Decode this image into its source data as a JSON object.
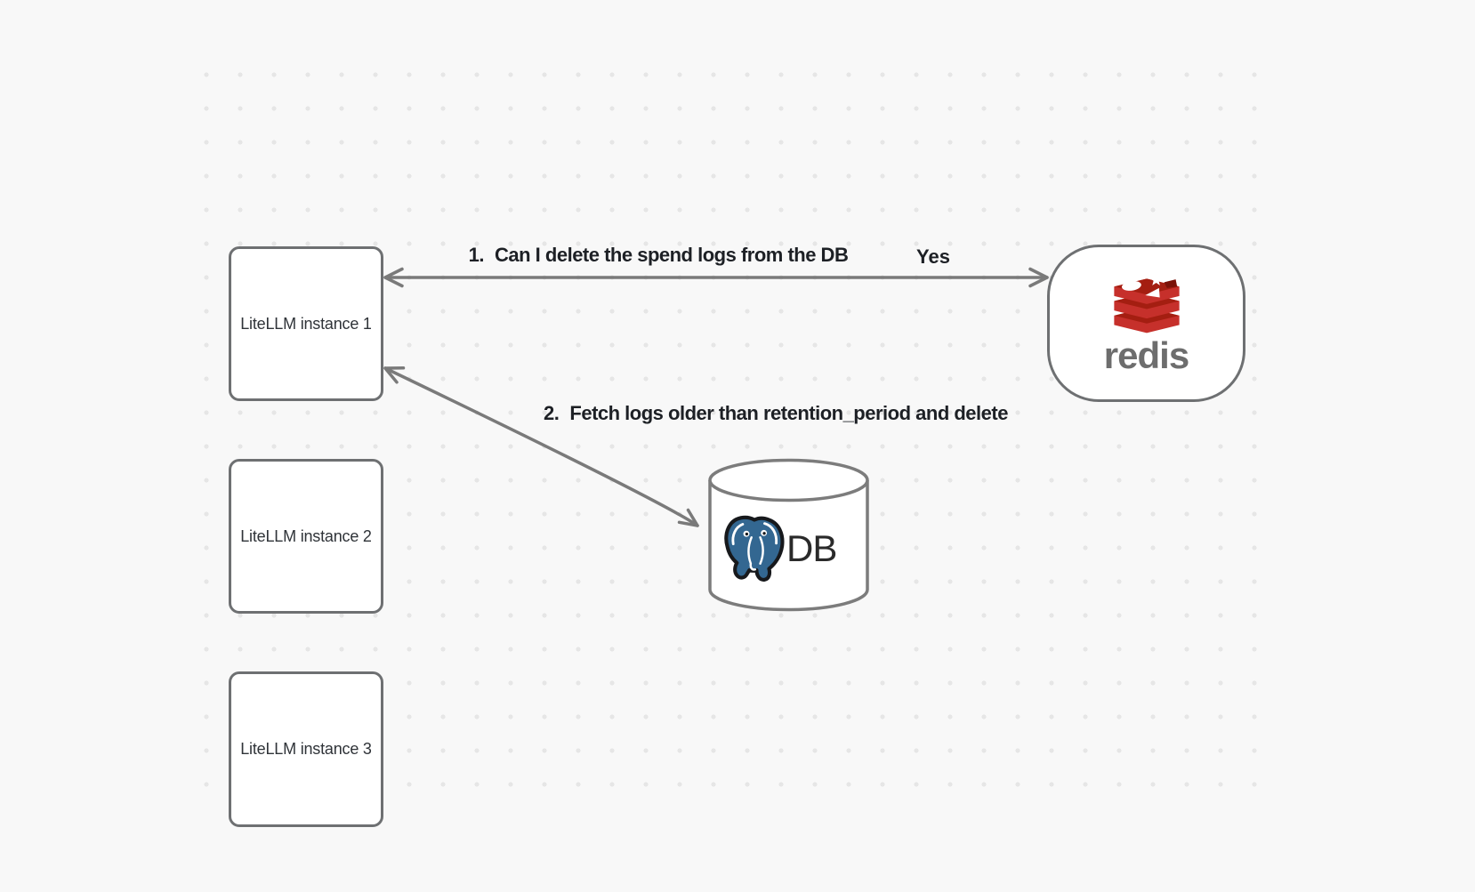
{
  "canvas": {
    "background": "#f8f8f8",
    "dot_color": "#e6e6e6"
  },
  "nodes": {
    "instance1": {
      "label": "LiteLLM instance 1"
    },
    "instance2": {
      "label": "LiteLLM instance 2"
    },
    "instance3": {
      "label": "LiteLLM instance 3"
    },
    "redis": {
      "wordmark": "redis",
      "icon": "redis-stack-icon",
      "brand_red": "#c6302b",
      "brand_dark_red": "#a41e11",
      "wordmark_color": "#6d6d6d"
    },
    "db": {
      "label": "DB",
      "icon": "postgresql-elephant-icon",
      "postgres_blue": "#336791"
    }
  },
  "edges": [
    {
      "number": "1.",
      "label": "Can I delete the spend logs from the DB",
      "reply": "Yes",
      "from": "redis",
      "to": "instance1",
      "arrows": "both-ends"
    },
    {
      "number": "2.",
      "label": "Fetch logs older than retention_period and delete",
      "from": "instance1",
      "to": "db",
      "arrows": "both-ends"
    }
  ],
  "colors": {
    "shape_border": "#6e7072",
    "arrow": "#7a7a7a",
    "edge_label_text": "#1d2025",
    "node_label_text": "#2f3338",
    "db_label_text": "#2a2a2a"
  }
}
